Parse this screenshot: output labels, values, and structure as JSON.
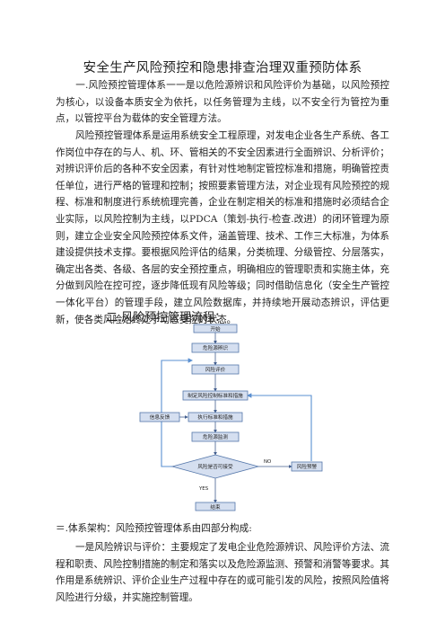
{
  "document": {
    "title": "安全生产风险预控和隐患排查治理双重预防体系",
    "paragraph1": "一.风险预控管理体系一一是以危险源辨识和风险评价为基础，以风险预控为核心，以设备本质安全为依托，以任务管理为主线，以不安全行为管控为重点，以管控平台为载体的安全管理方法。",
    "paragraph2": "风险预控管理体系是运用系统安全工程原理，对发电企业各生产系统、各工作岗位中存在的与人、机、环、管相关的不安全因素进行全面辨识、分析评价；对辨识评价后的各种不安全因素，有针对性地制定管控标准和措施，明确管控责任单位，进行严格的管理和控制；按照要素管理方法，对企业现有风险预控的规程、标准和制度进行系统梳理完善，企业在制定相关的标准和措施时必须结合企业实际，以风险控制为主线，以PDCA（策划-执行-检查.改进）的闭环管理为原则，建立企业安全风险预控体系文件，涵盖管理、技术、工作三大标准，为体系建设提供技术支撑。要根据风险评估的结果，分类梳理、分级管控、分层落实，确定出各类、各级、各层的安全预控重点，明确相应的管理职责和实施主体，充分做到风险在控可控，逐步降低现有风险等级；同时借助信息化（安全生产管控一体化平台）的管理手段，建立风险数据库，并持续地开展动态辨识，评估更新，使各类风险始终处于动态受控的状态。",
    "section2_heading": "二.风险预控管理流程：",
    "section3_heading": "＝.体系架构：风险预控管理体系由四部分构成:",
    "paragraph3": "一是风险辨识与评价：主要规定了发电企业危险源辨识、风险评价方法、流程和职责、风险控制措施的制定和落实以及危险源监测、预警和消警等要求。其作用是系统辨识、评价企业生产过程中存在的或可能引发的风险，按照风险值将风险进行分级，并实施控制管理。"
  },
  "flowchart": {
    "nodes": {
      "start": "开始",
      "identify": "危险源辨识",
      "assess": "风险评价",
      "measures": "制定风险控制标准和措施",
      "execute": "执行标准和措施",
      "monitor": "危险源监测",
      "decision": "风险是否可接受",
      "end": "结束",
      "warning": "风险预警",
      "feedback": "信息反馈"
    },
    "labels": {
      "no": "NO",
      "yes": "YES"
    },
    "colors": {
      "box_fill": "#d5dff0",
      "box_stroke": "#5577aa",
      "arrow": "#445f8f",
      "back_arrow": "#5a8fd0"
    }
  }
}
